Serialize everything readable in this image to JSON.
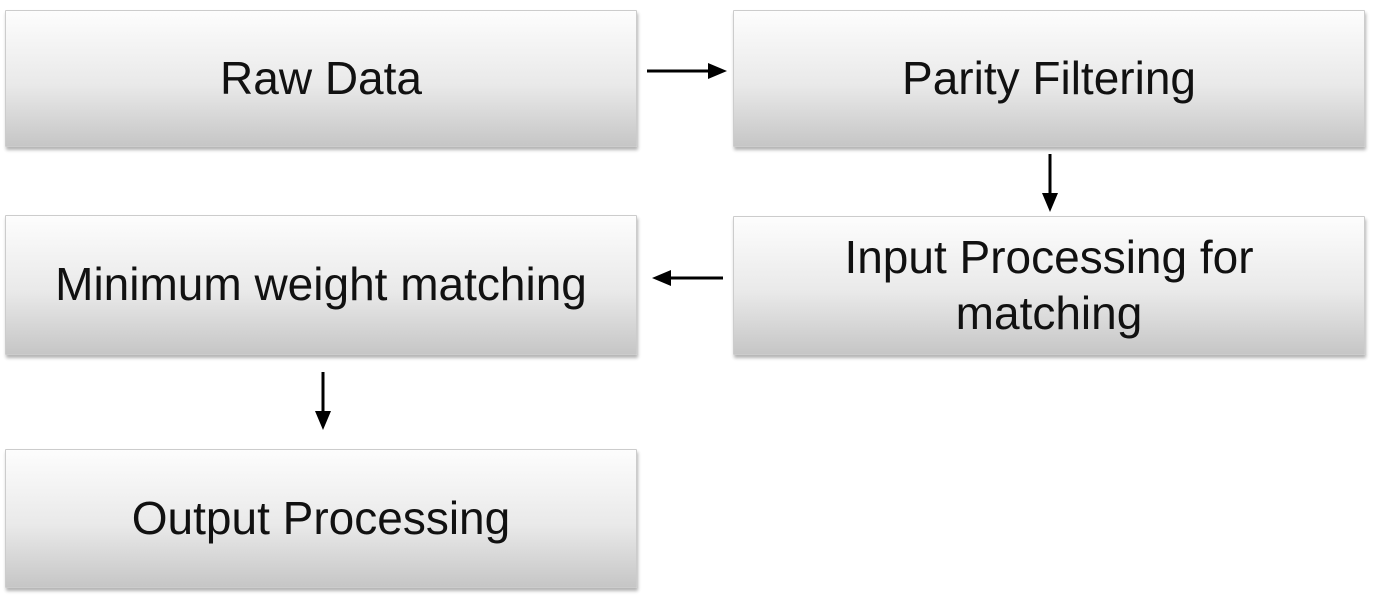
{
  "diagram": {
    "type": "flowchart",
    "nodes": [
      {
        "id": "raw-data",
        "label": "Raw Data"
      },
      {
        "id": "parity-filtering",
        "label": "Parity Filtering"
      },
      {
        "id": "input-processing",
        "label": "Input Processing for matching"
      },
      {
        "id": "minimum-weight-matching",
        "label": "Minimum weight matching"
      },
      {
        "id": "output-processing",
        "label": "Output Processing"
      }
    ],
    "edges": [
      {
        "from": "raw-data",
        "to": "parity-filtering",
        "direction": "right"
      },
      {
        "from": "parity-filtering",
        "to": "input-processing",
        "direction": "down"
      },
      {
        "from": "input-processing",
        "to": "minimum-weight-matching",
        "direction": "left"
      },
      {
        "from": "minimum-weight-matching",
        "to": "output-processing",
        "direction": "down"
      }
    ],
    "colors": {
      "box_gradient_top": "#fdfdfd",
      "box_gradient_mid": "#e9e9e9",
      "box_gradient_bottom": "#c6c6c6",
      "box_border": "#cccccc",
      "arrow": "#000000",
      "text": "#111111",
      "background": "#ffffff"
    }
  }
}
